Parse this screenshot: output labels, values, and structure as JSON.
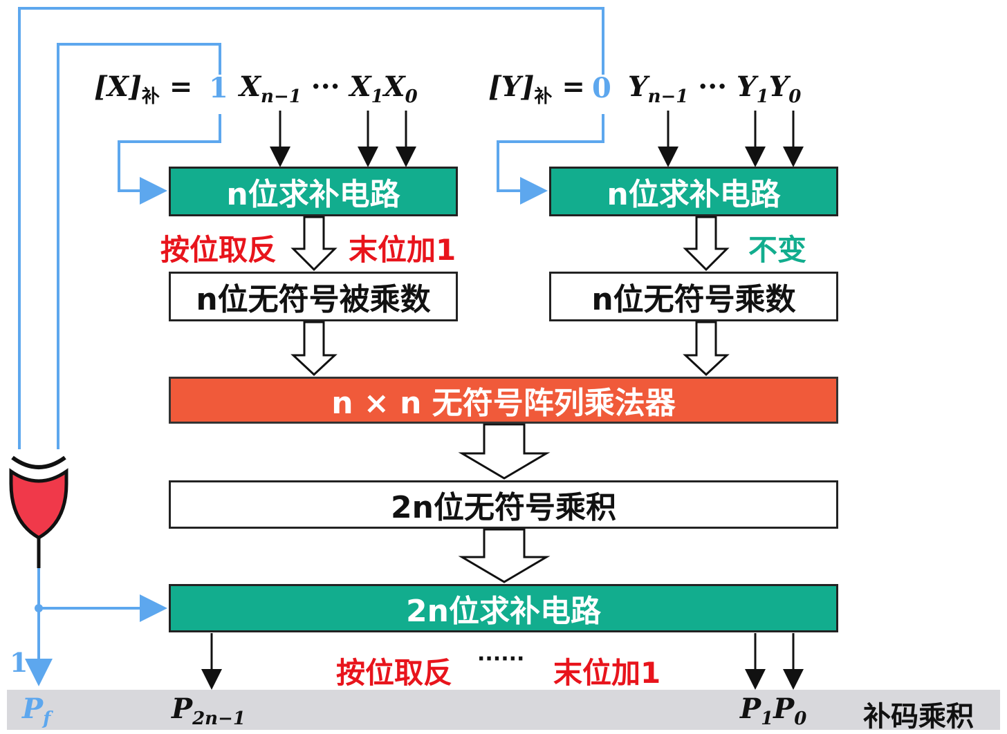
{
  "inputs": {
    "x_prefix": "[X]",
    "x_sub": "补",
    "x_eq": "=",
    "x_sign": "1",
    "x_digits": "X",
    "x_sub_n1": "n−1",
    "x_dots": "···",
    "x_x1": "X",
    "x_sub1": "1",
    "x_x0": "X",
    "x_sub0": "0",
    "y_prefix": "[Y]",
    "y_sub": "补",
    "y_eq": "=",
    "y_sign": "0",
    "y_digits": "Y",
    "y_sub_n1": "n−1",
    "y_dots": "···",
    "y_y1": "Y",
    "y_sub1": "1",
    "y_y0": "Y",
    "y_sub0": "0"
  },
  "boxes": {
    "x_complement": "n位求补电路",
    "y_complement": "n位求补电路",
    "x_unsigned": "n位无符号被乘数",
    "y_unsigned": "n位无符号乘数",
    "multiplier": "n × n 无符号阵列乘法器",
    "product": "2n位无符号乘积",
    "final_complement": "2n位求补电路"
  },
  "notes": {
    "x_invert": "按位取反",
    "x_add1": "末位加1",
    "y_unchanged": "不变",
    "out_invert": "按位取反",
    "out_dots": "······",
    "out_add1": "末位加1",
    "sign_value": "1"
  },
  "outputs": {
    "pf": "P",
    "pf_sub": "f",
    "p2n": "P",
    "p2n_sub": "2n−1",
    "p1": "P",
    "p1_sub": "1",
    "p0": "P",
    "p0_sub": "0",
    "result_label": "补码乘积"
  },
  "colors": {
    "teal": "#12ad8e",
    "orange": "#f05a3a",
    "red": "#e8141c",
    "blue_wire": "#5da7ee",
    "xor_gate": "#f0394a"
  }
}
